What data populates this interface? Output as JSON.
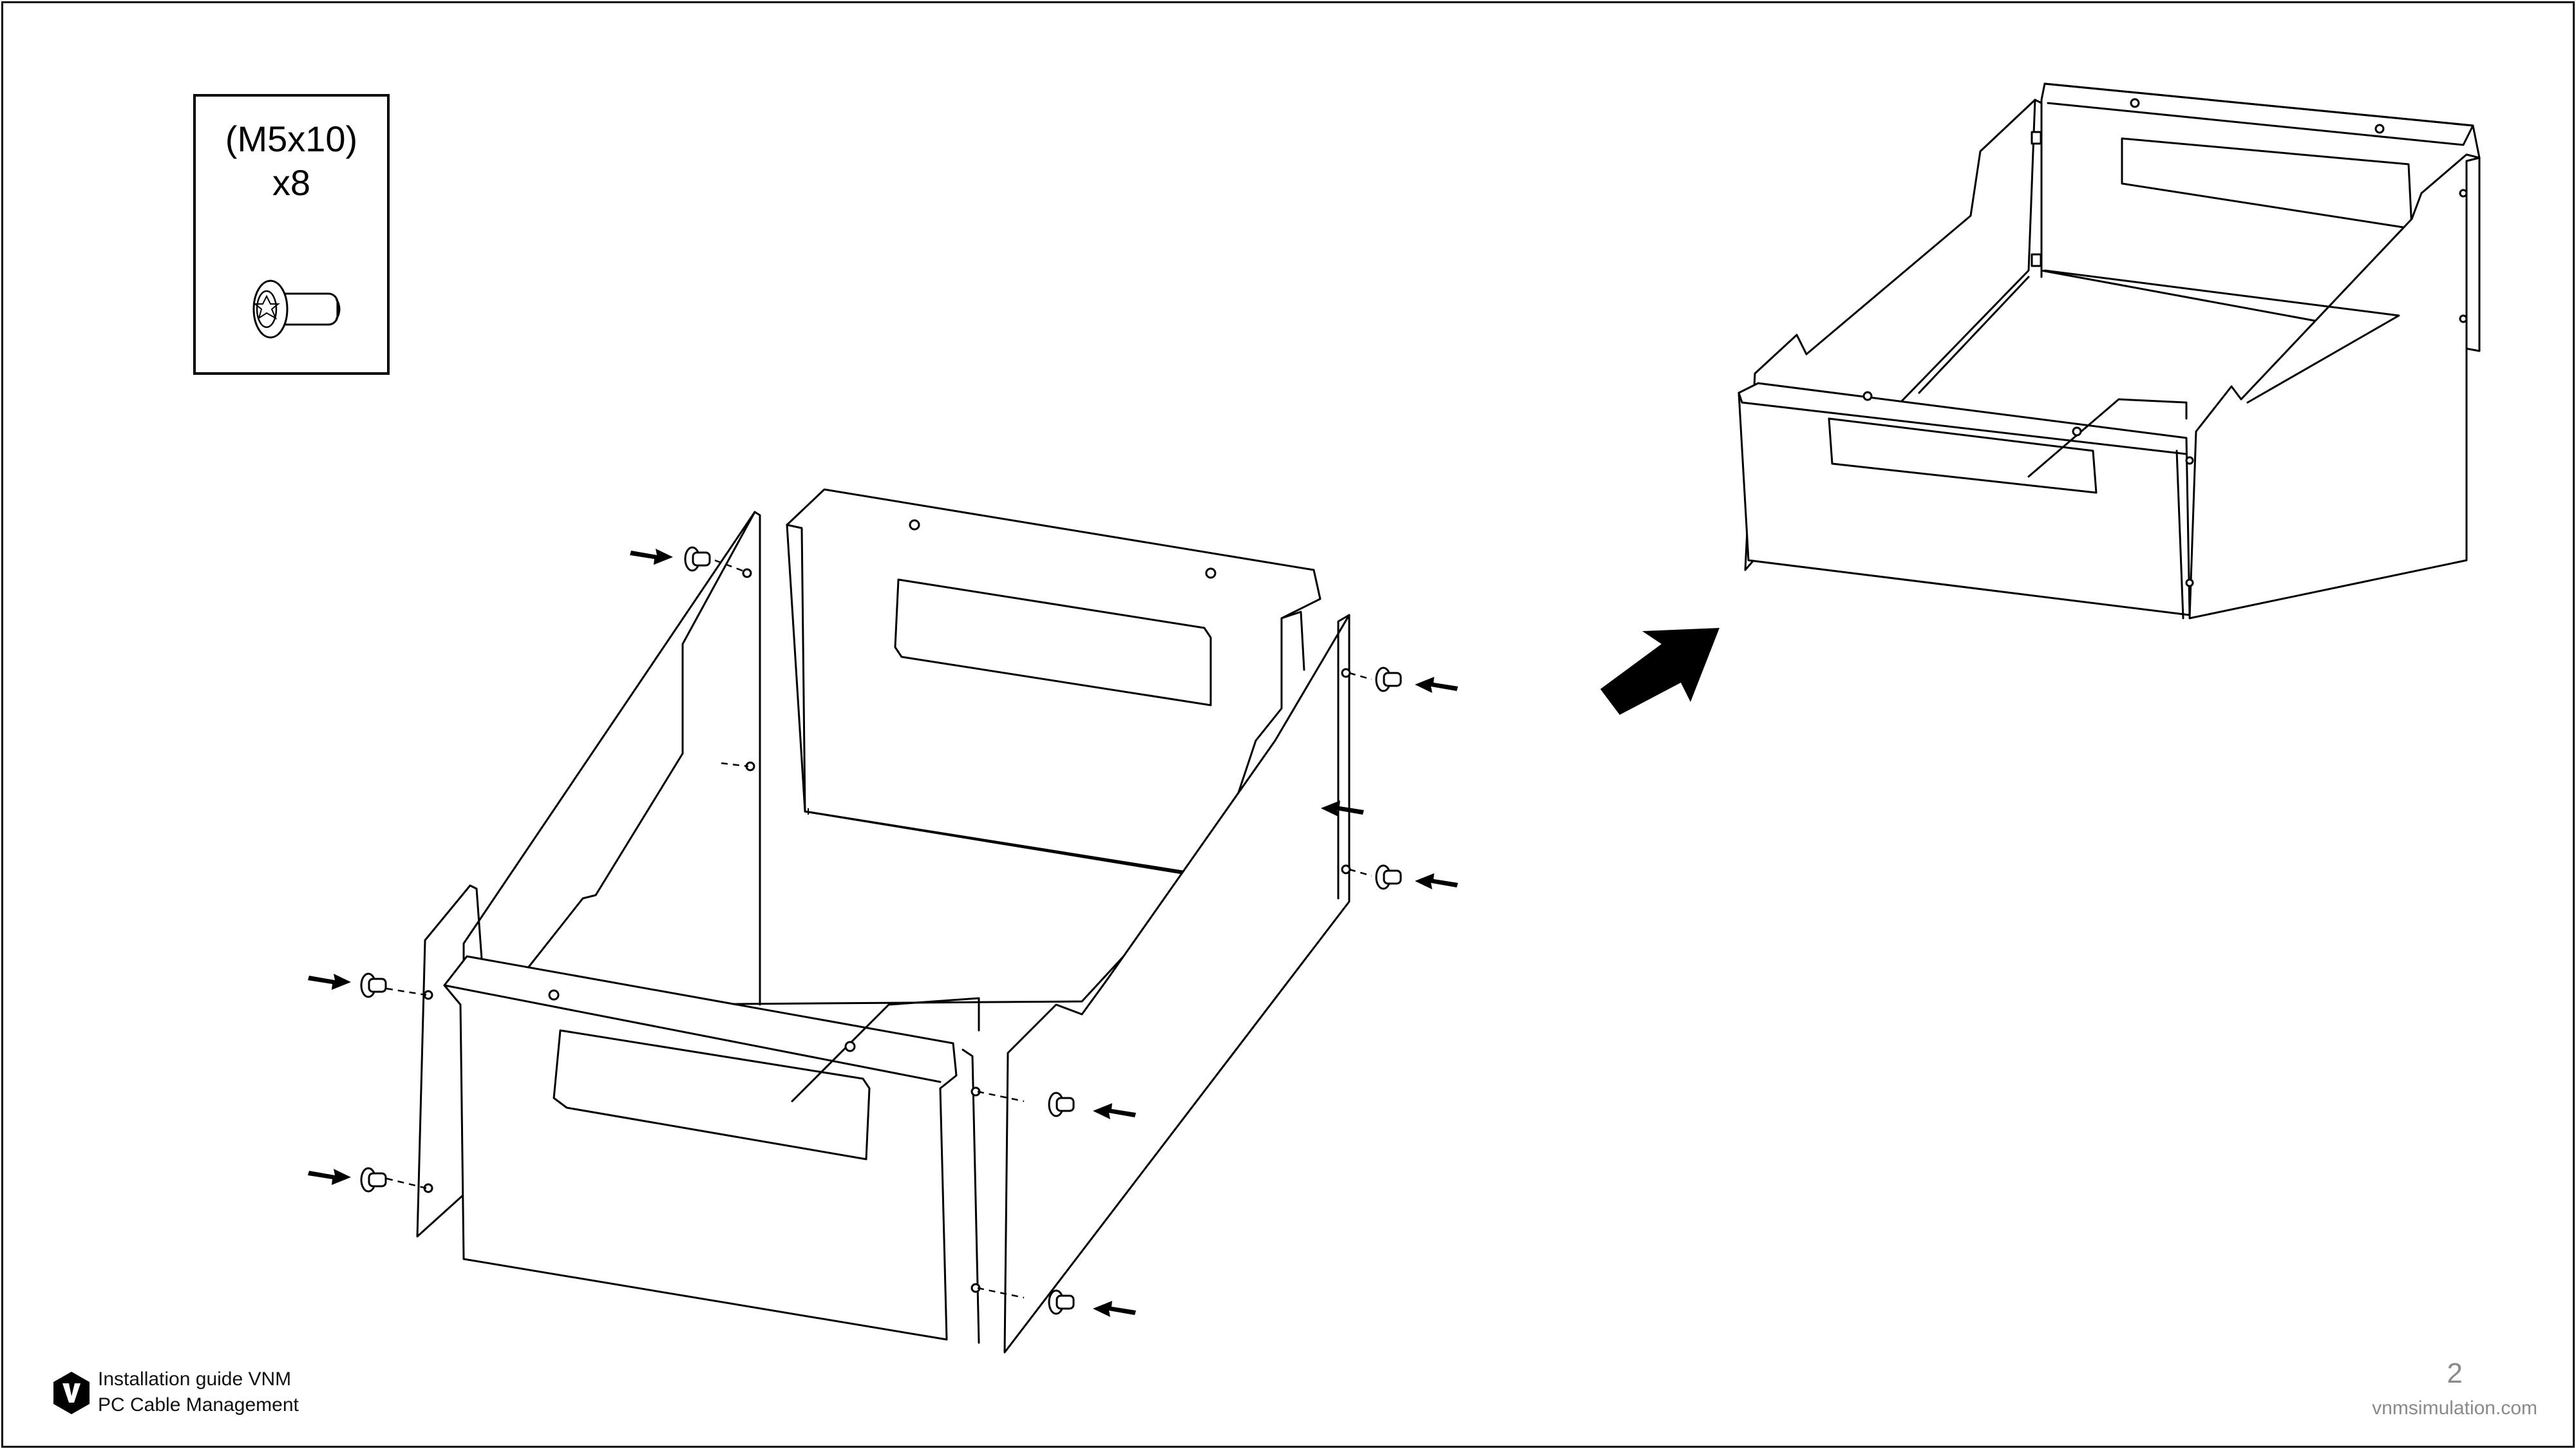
{
  "parts": {
    "spec": "(M5x10)",
    "quantity": "x8",
    "icon": "screw-icon"
  },
  "footer": {
    "logo": "vnm-logo-icon",
    "line1": "Installation guide VNM",
    "line2": "PC Cable Management",
    "page_number": "2",
    "website": "vnmsimulation.com"
  }
}
